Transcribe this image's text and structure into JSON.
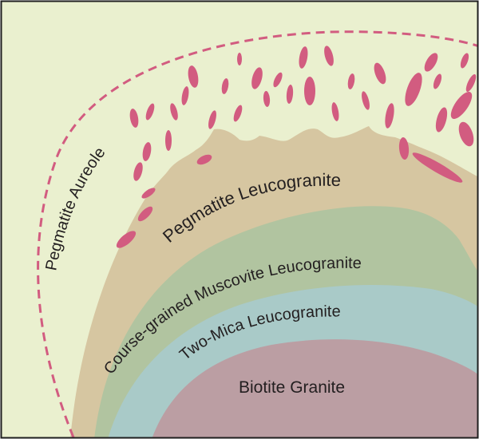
{
  "diagram": {
    "labels": {
      "pegmatite_aureole": "Pegmatite Aureole",
      "pegmatite_leucogranite": "Pegmatite Leucogranite",
      "muscovite_leucogranite": "Course-grained Muscovite Leucogranite",
      "two_mica_leucogranite": "Two-Mica Leucogranite",
      "biotite_granite": "Biotite Granite"
    },
    "colors": {
      "background": "#eaf0cf",
      "pegmatite_leucogranite": "#d6c6a1",
      "muscovite_leucogranite": "#b1c4a0",
      "two_mica_leucogranite": "#a9cac8",
      "biotite_granite": "#bb9ea3",
      "pegmatite_pods": "#d25c80",
      "aureole_boundary": "#d25c80",
      "frame": "#1f1f1f"
    }
  }
}
